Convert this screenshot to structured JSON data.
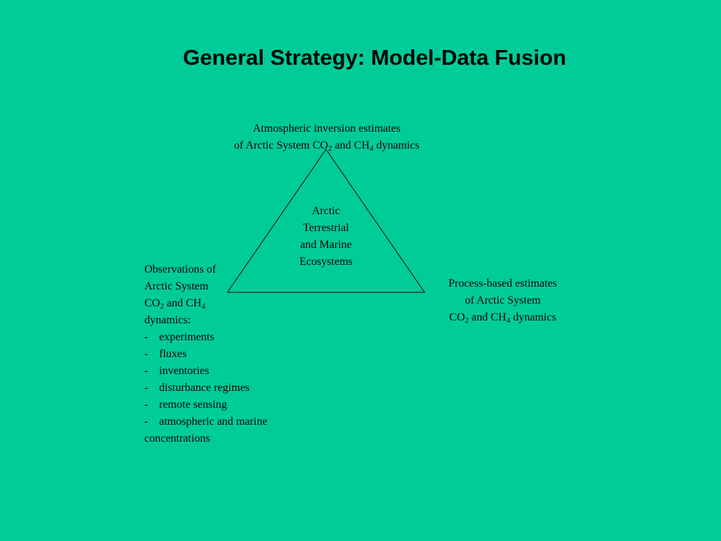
{
  "slide": {
    "title": "General Strategy: Model-Data Fusion",
    "background_color": "#00CC99"
  },
  "diagram": {
    "shape": "triangle",
    "top_vertex": {
      "line1": "Atmospheric inversion estimates",
      "line2_pre": "of Arctic System CO",
      "co2_sub": "2",
      "line2_mid": " and CH",
      "ch4_sub": "4",
      "line2_post": " dynamics"
    },
    "center": {
      "lines": [
        "Arctic",
        "Terrestrial",
        "and Marine",
        "Ecosystems"
      ]
    },
    "left_vertex": {
      "line1": "Observations of",
      "line2": "Arctic System",
      "line3_pre": "CO",
      "co2_sub": "2",
      "line3_mid": " and CH",
      "ch4_sub": "4",
      "line4": "dynamics:",
      "bullet_marker": "-",
      "bullets": [
        "experiments",
        "fluxes",
        "inventories",
        "disturbance regimes",
        "remote sensing",
        "atmospheric and  marine"
      ],
      "bullet_continuation": "concentrations"
    },
    "right_vertex": {
      "line1": "Process-based estimates",
      "line2": "of Arctic System",
      "line3_pre": "CO",
      "co2_sub": "2",
      "line3_mid": " and CH",
      "ch4_sub": "4",
      "line3_post": " dynamics"
    }
  }
}
